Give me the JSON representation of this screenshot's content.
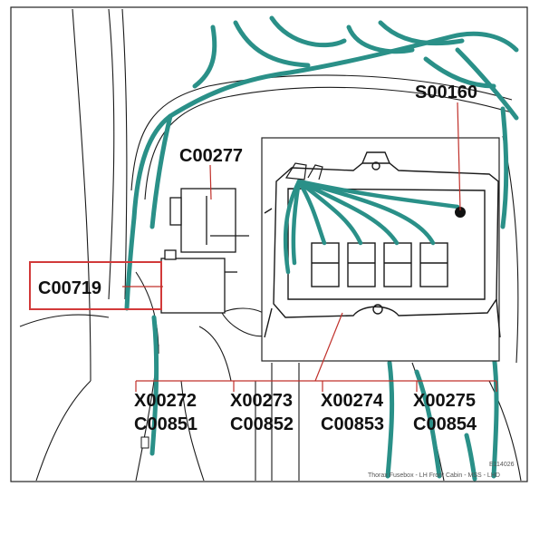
{
  "labels": {
    "s00160": "S00160",
    "c00277": "C00277",
    "c00719": "C00719",
    "x00272": "X00272",
    "x00273": "X00273",
    "x00274": "X00274",
    "x00275": "X00275",
    "c00851": "C00851",
    "c00852": "C00852",
    "c00853": "C00853",
    "c00854": "C00854"
  },
  "footer": {
    "code": "E114026",
    "caption": "Thorax Fusebox - LH Front Cabin - MSS - LHD"
  },
  "colors": {
    "harness": "#2a9088",
    "highlight_box": "#d23a3a",
    "leader_line": "#c0302a",
    "line_art": "#1a1a1a"
  }
}
